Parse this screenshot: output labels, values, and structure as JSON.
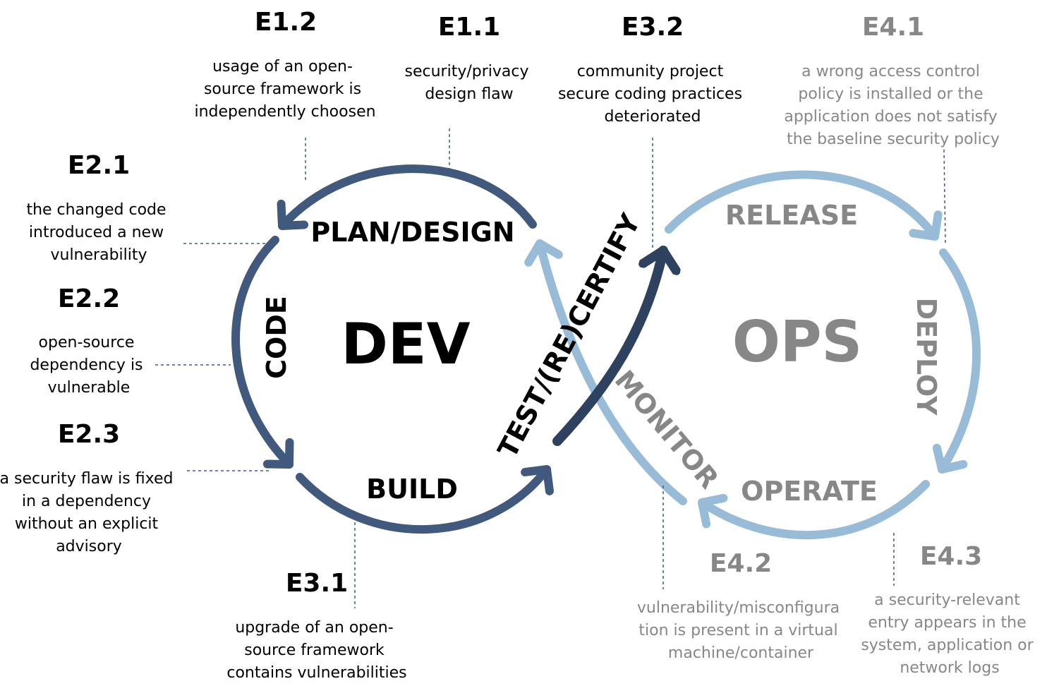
{
  "colors": {
    "dev_loop": "#40597d",
    "ops_loop": "#98bcd8",
    "test_arrow": "#2e4260",
    "dev_text": "#000000",
    "ops_text": "#878787"
  },
  "dev": {
    "title": "DEV",
    "stages": {
      "plan_design": "PLAN/DESIGN",
      "code": "CODE",
      "build": "BUILD",
      "test": "TEST/(RE)CERTIFY"
    }
  },
  "ops": {
    "title": "OPS",
    "stages": {
      "release": "RELEASE",
      "deploy": "DEPLOY",
      "operate": "OPERATE",
      "monitor": "MONITOR"
    }
  },
  "events": {
    "e1_1": {
      "id": "E1.1",
      "lines": [
        "security/privacy",
        "design flaw"
      ]
    },
    "e1_2": {
      "id": "E1.2",
      "lines": [
        "usage of an open-",
        "source framework is",
        "independently choosen"
      ]
    },
    "e2_1": {
      "id": "E2.1",
      "lines": [
        "the changed code",
        "introduced a new",
        "vulnerability"
      ]
    },
    "e2_2": {
      "id": "E2.2",
      "lines": [
        "open-source",
        "dependency is",
        "vulnerable"
      ]
    },
    "e2_3": {
      "id": "E2.3",
      "lines": [
        "a security flaw is fixed",
        "in a dependency",
        "without an explicit",
        "advisory"
      ]
    },
    "e3_1": {
      "id": "E3.1",
      "lines": [
        "upgrade of an open-",
        "source framework",
        "contains vulnerabilities"
      ]
    },
    "e3_2": {
      "id": "E3.2",
      "lines": [
        "community project",
        "secure coding practices",
        "deteriorated"
      ]
    },
    "e4_1": {
      "id": "E4.1",
      "lines": [
        "a wrong access control",
        "policy is installed or the",
        "application does not satisfy",
        "the baseline security policy"
      ]
    },
    "e4_2": {
      "id": "E4.2",
      "lines": [
        "vulnerability/misconfigura",
        "tion is present in a virtual",
        "machine/container"
      ]
    },
    "e4_3": {
      "id": "E4.3",
      "lines": [
        "a security-relevant",
        "entry appears in the",
        "system, application or",
        "network logs"
      ]
    }
  }
}
